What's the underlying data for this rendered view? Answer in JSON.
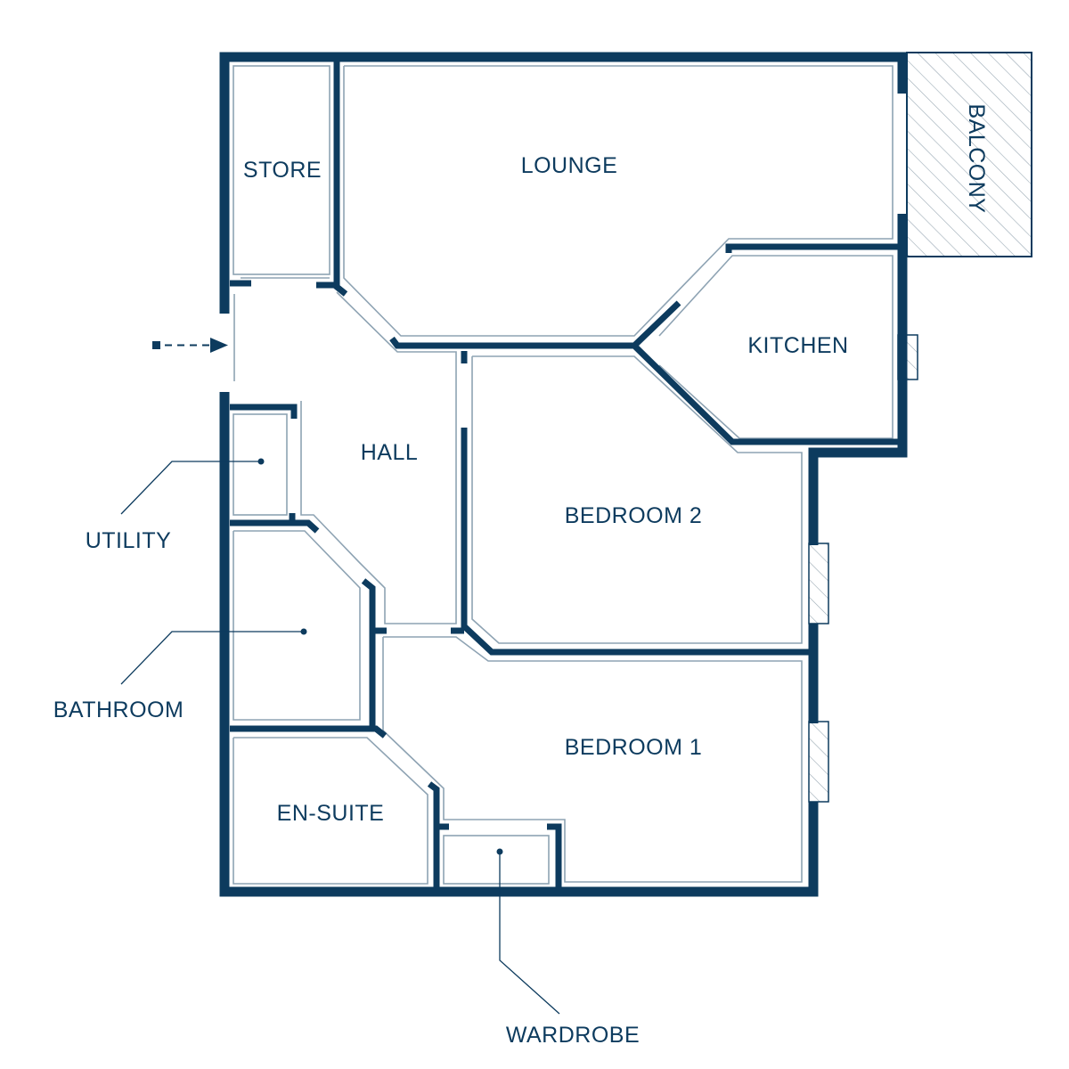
{
  "colors": {
    "wall": "#0d3b5e",
    "liner": "#8ea3b3",
    "text": "#0d3b5e",
    "background": "#ffffff",
    "hatch": "#9aa9b4"
  },
  "rooms": {
    "store": "STORE",
    "lounge": "LOUNGE",
    "balcony": "BALCONY",
    "kitchen": "KITCHEN",
    "hall": "HALL",
    "bedroom2": "BEDROOM 2",
    "bedroom1": "BEDROOM 1",
    "ensuite": "EN-SUITE"
  },
  "callouts": {
    "utility": "UTILITY",
    "bathroom": "BATHROOM",
    "wardrobe": "WARDROBE"
  },
  "icons": {
    "entrance": "dashed-arrow-right-icon"
  }
}
